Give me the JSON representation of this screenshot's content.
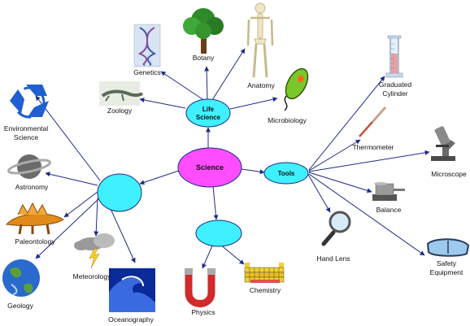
{
  "diagram": {
    "colors": {
      "edge": "#1d2a8a",
      "science_node": "#ff4dff",
      "branch_node": "#3ff0ff",
      "node_border": "#1d2a8a"
    },
    "center": {
      "label": "Science"
    },
    "branches": {
      "life_science": {
        "label_line1": "Life",
        "label_line2": "Science"
      },
      "tools": {
        "label": "Tools"
      },
      "earth_space": {
        "label": ""
      },
      "physical": {
        "label": ""
      }
    },
    "leaves": {
      "genetics": "Genetics",
      "botany": "Botany",
      "anatomy": "Anatomy",
      "zoology": "Zoology",
      "microbiology": "Microbiology",
      "graduated_cylinder_line1": "Graduated",
      "graduated_cylinder_line2": "Cylinder",
      "thermometer": "Thermometer",
      "microscope": "Microscope",
      "balance": "Balance",
      "hand_lens": "Hand Lens",
      "safety_line1": "Safety",
      "safety_line2": "Equipment",
      "environmental_line1": "Environmental",
      "environmental_line2": "Science",
      "astronomy": "Astronomy",
      "paleontology": "Paleontology",
      "meteorology": "Meteorology",
      "geology": "Geology",
      "oceanography": "Oceanography",
      "physics": "Physics",
      "chemistry": "Chemistry"
    },
    "icons": [
      "dna-icon",
      "tree-icon",
      "skeleton-icon",
      "lizard-icon",
      "microbe-icon",
      "graduated-cylinder-icon",
      "thermometer-icon",
      "microscope-icon",
      "balance-icon",
      "magnifier-icon",
      "goggles-icon",
      "recycle-icon",
      "saturn-icon",
      "stegosaurus-icon",
      "storm-cloud-icon",
      "earth-icon",
      "wave-icon",
      "magnet-icon",
      "periodic-table-icon"
    ]
  }
}
